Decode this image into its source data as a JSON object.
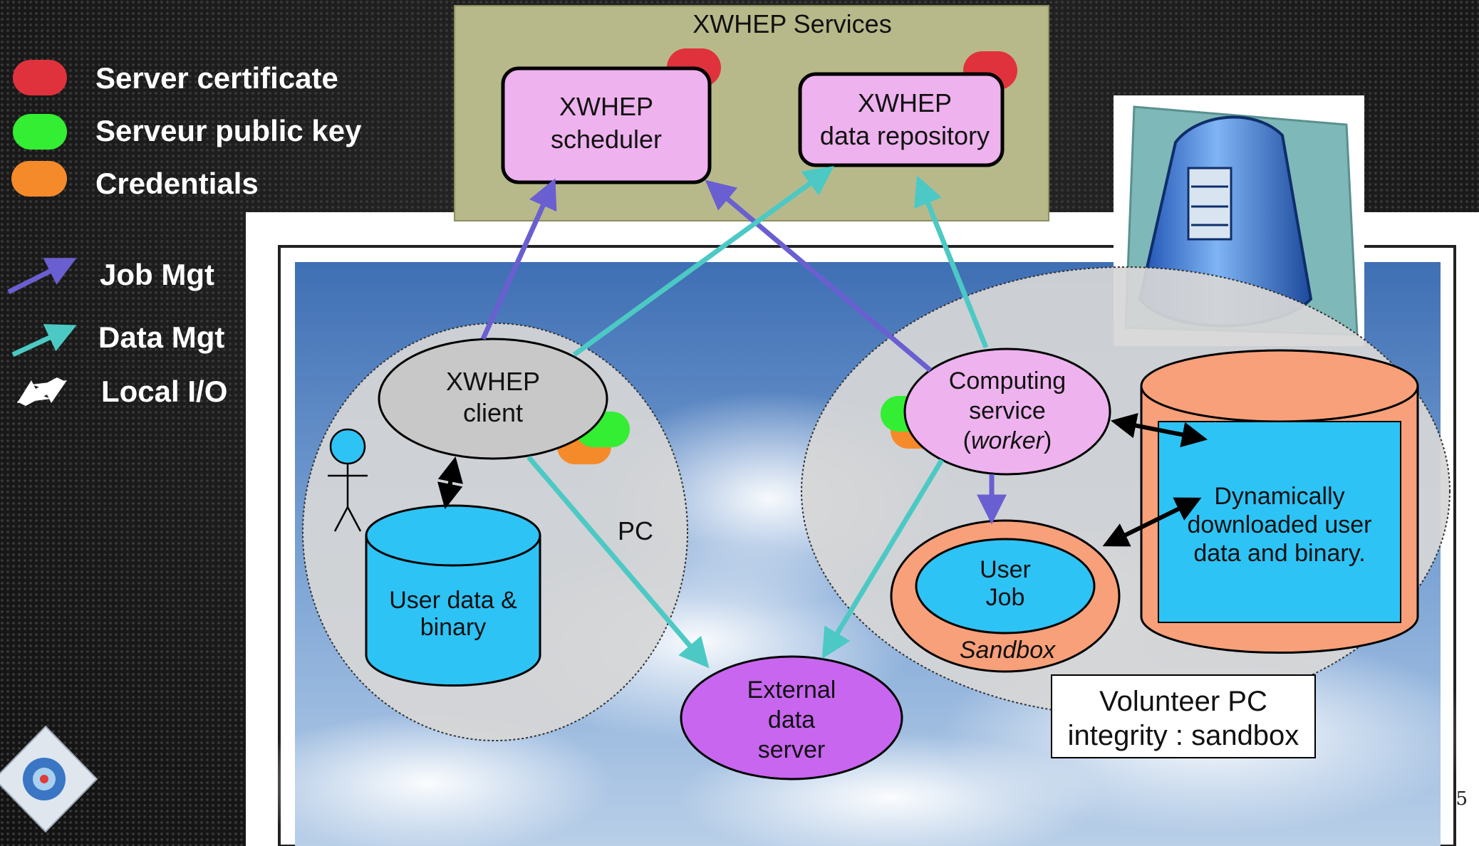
{
  "legend": {
    "items": [
      {
        "label": "Server certificate",
        "color": "#e0323c"
      },
      {
        "label": "Serveur public key",
        "color": "#33ee33"
      },
      {
        "label": "Credentials",
        "color": "#f58a2a"
      }
    ],
    "arrows": [
      {
        "label": "Job Mgt",
        "color": "#6a5fd0"
      },
      {
        "label": "Data Mgt",
        "color": "#4cc9c4"
      },
      {
        "label": "Local I/O",
        "color": "#ffffff"
      }
    ]
  },
  "services": {
    "title": "XWHEP Services",
    "scheduler": [
      "XWHEP",
      "scheduler"
    ],
    "repository": [
      "XWHEP",
      "data repository"
    ]
  },
  "pc": {
    "client": [
      "XWHEP",
      "client"
    ],
    "label": "PC",
    "user_data": [
      "User data &",
      "binary"
    ]
  },
  "external": [
    "External",
    "data",
    "server"
  ],
  "volunteer": {
    "worker": [
      "Computing",
      "service",
      "(",
      "worker",
      ")"
    ],
    "user_job": [
      "User",
      "Job"
    ],
    "sandbox": "Sandbox",
    "dynamic": [
      "Dynamically",
      "downloaded user",
      "data and binary."
    ],
    "caption": [
      "Volunteer PC",
      "integrity : sandbox"
    ]
  },
  "page_number": "5",
  "colors": {
    "services_bg": "#b8b98a",
    "pink_box": "#eeb2ee",
    "cyan": "#2ec3f5",
    "salmon": "#f8a07a",
    "purple": "#c866f0",
    "grey_oval": "#c8c8c8",
    "job_arrow": "#6a5fd0",
    "data_arrow": "#4cc9c4"
  }
}
